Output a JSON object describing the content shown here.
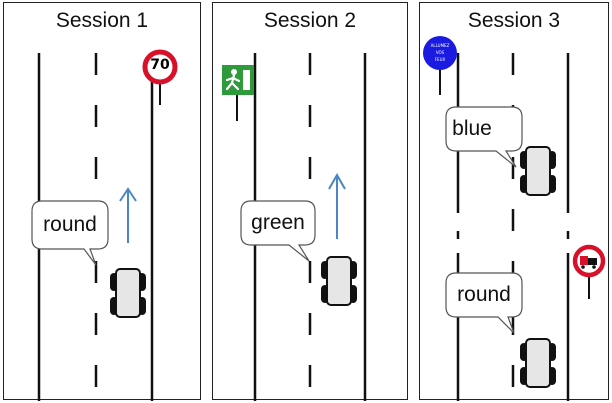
{
  "sessions": [
    {
      "title": "Session 1",
      "bubble": "round",
      "sign": "70"
    },
    {
      "title": "Session 2",
      "bubble": "green",
      "sign": ""
    },
    {
      "title": "Session 3",
      "bubbles": [
        "blue",
        "round"
      ],
      "sign_lines": [
        "ALLUMEZ",
        "VOS",
        "FEUX"
      ]
    }
  ],
  "colors": {
    "road_line": "#111111",
    "arrow": "#4a86c5",
    "speed_sign_ring": "#d8102a",
    "exit_sign": "#2f9a3c",
    "blue_sign": "#1a1ae0",
    "no_trucks_ring": "#d8102a"
  }
}
